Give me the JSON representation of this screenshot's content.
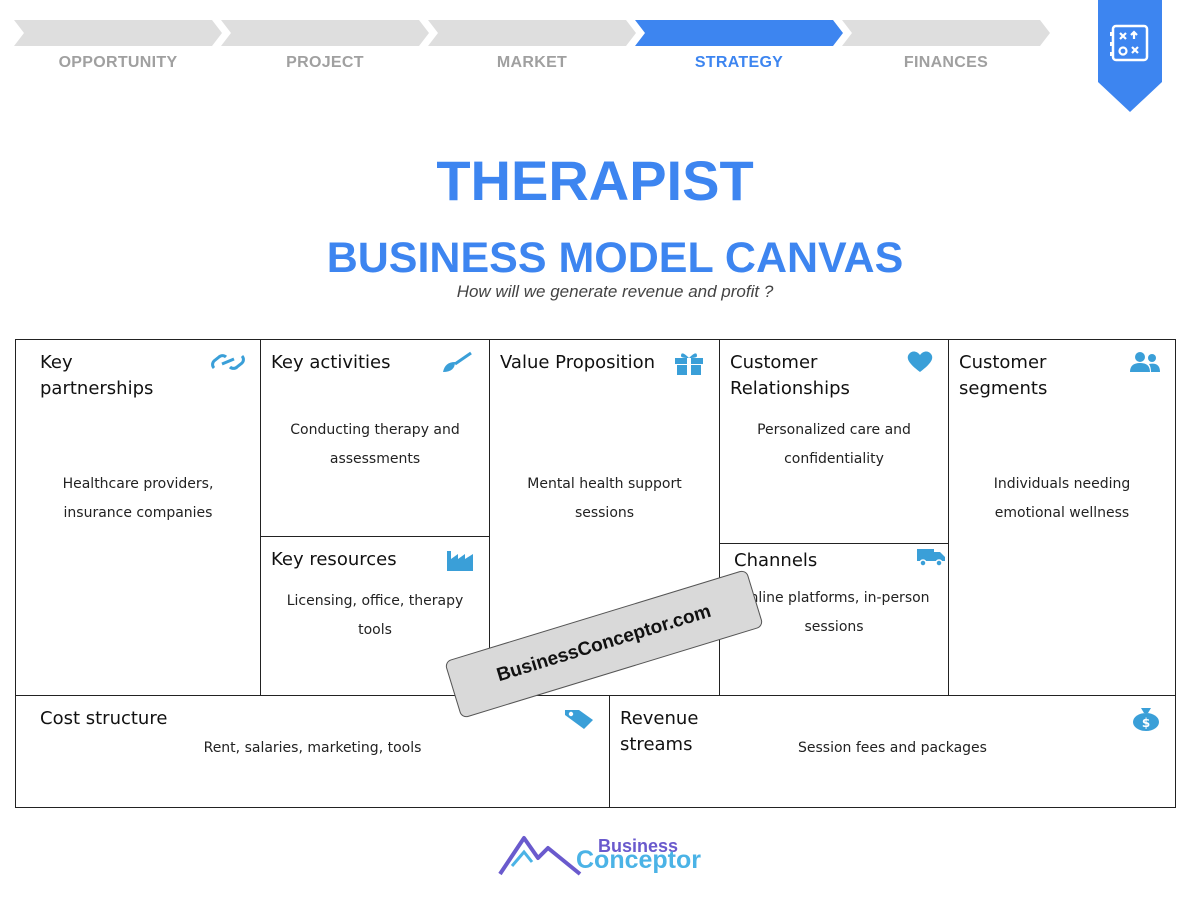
{
  "steps": [
    {
      "label": "OPPORTUNITY",
      "active": false
    },
    {
      "label": "PROJECT",
      "active": false
    },
    {
      "label": "MARKET",
      "active": false
    },
    {
      "label": "STRATEGY",
      "active": true
    },
    {
      "label": "FINANCES",
      "active": false
    }
  ],
  "bookmark_icon": "strategy-board-icon",
  "title": "THERAPIST",
  "subtitle": "BUSINESS MODEL CANVAS",
  "tagline": "How will we generate revenue and profit ?",
  "canvas": {
    "key_partnerships": {
      "title": "Key partnerships",
      "text": "Healthcare providers, insurance companies",
      "icon": "link-icon"
    },
    "key_activities": {
      "title": "Key activities",
      "text": "Conducting therapy and assessments",
      "icon": "shovel-icon"
    },
    "key_resources": {
      "title": "Key resources",
      "text": "Licensing, office, therapy tools",
      "icon": "factory-icon"
    },
    "value_proposition": {
      "title": "Value Proposition",
      "text": "Mental health support sessions",
      "icon": "gift-icon"
    },
    "customer_relationships": {
      "title": "Customer Relationships",
      "text": "Personalized care and confidentiality",
      "icon": "heart-icon"
    },
    "channels": {
      "title": "Channels",
      "text": "Online platforms, in-person sessions",
      "icon": "truck-icon"
    },
    "customer_segments": {
      "title": "Customer segments",
      "text": "Individuals needing emotional wellness",
      "icon": "users-icon"
    },
    "cost_structure": {
      "title": "Cost structure",
      "text": "Rent, salaries, marketing, tools",
      "icon": "price-tag-icon"
    },
    "revenue_streams": {
      "title": "Revenue streams",
      "text": "Session fees and packages",
      "icon": "money-bag-icon"
    }
  },
  "watermark": "BusinessConceptor.com",
  "logo": {
    "line1": "Business",
    "line2": "Conceptor"
  },
  "colors": {
    "accent": "#3d85f0",
    "icon": "#3a9fd8",
    "inactive": "#dedede"
  }
}
